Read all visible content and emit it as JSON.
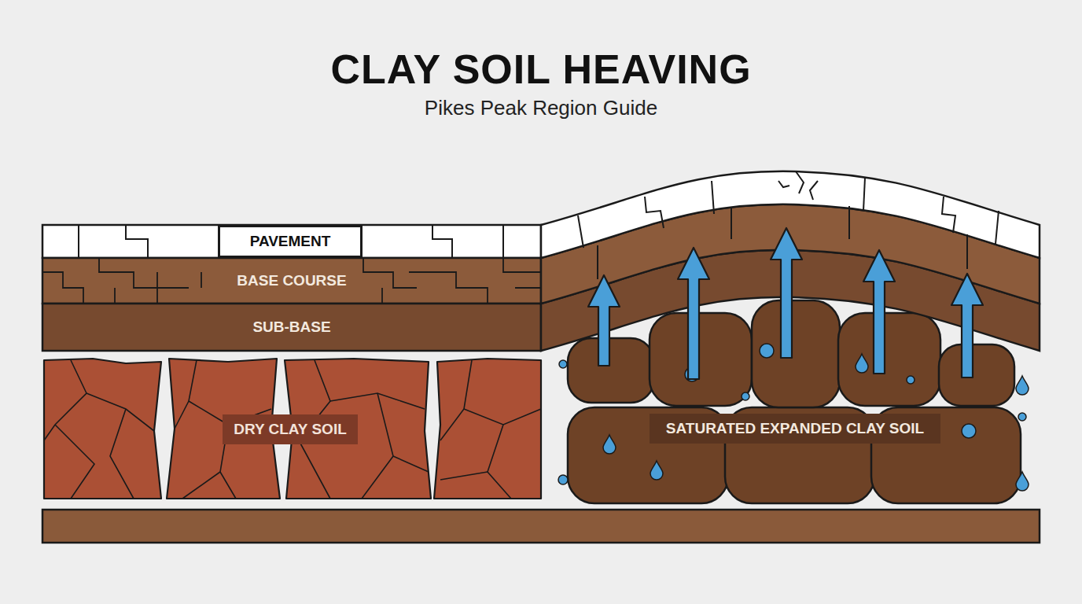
{
  "diagram": {
    "title": "CLAY SOIL HEAVING",
    "nodes": [
      {
        "text": [
          "PAVEMENT"
        ]
      },
      {
        "text": [
          "BASE COURSE"
        ]
      },
      {
        "text": [
          "SUB-BASE"
        ]
      },
      {
        "text": [
          "DRY CLAY SOIL"
        ]
      },
      {
        "text": [
          "SATURATED EXPANDED CLAY SOIL"
        ]
      }
    ],
    "labels": [
      "Pikes Peak Region Guide"
    ]
  }
}
